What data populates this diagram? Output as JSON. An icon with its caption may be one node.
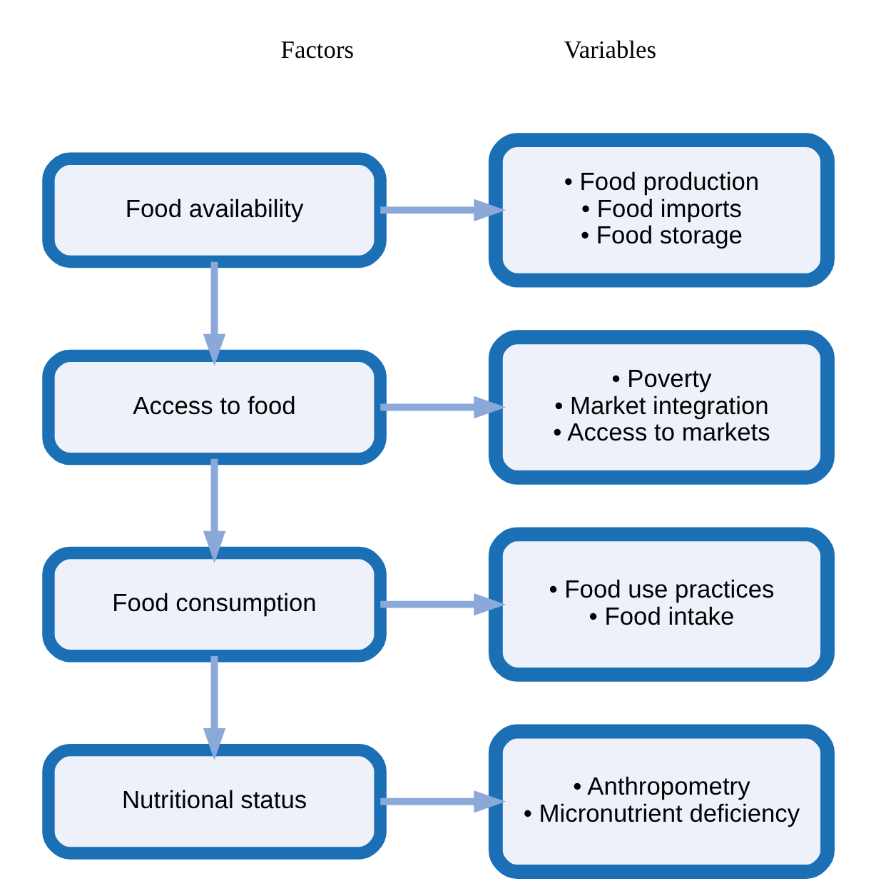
{
  "diagram": {
    "nodes": [
      {
        "text": [
          "Food availability"
        ]
      },
      {
        "text": [
          "• Food production",
          "• Food imports",
          "• Food storage"
        ]
      },
      {
        "text": [
          "Access to food"
        ]
      },
      {
        "text": [
          "• Poverty",
          "• Market integration",
          "• Access to markets"
        ]
      },
      {
        "text": [
          "Food consumption"
        ]
      },
      {
        "text": [
          "• Food use practices",
          "• Food intake"
        ]
      },
      {
        "text": [
          "Nutritional status"
        ]
      },
      {
        "text": [
          "• Anthropometry",
          "• Micronutrient deficiency"
        ]
      }
    ],
    "edges": [
      {
        "from": 0,
        "to": 1,
        "arrow": "to"
      },
      {
        "from": 0,
        "to": 2,
        "arrow": "to"
      },
      {
        "from": 2,
        "to": 3,
        "arrow": "to"
      },
      {
        "from": 2,
        "to": 4,
        "arrow": "to"
      },
      {
        "from": 4,
        "to": 5,
        "arrow": "to"
      },
      {
        "from": 4,
        "to": 6,
        "arrow": "to"
      },
      {
        "from": 6,
        "to": 7,
        "arrow": "to"
      }
    ],
    "labels": [
      "Factors",
      "Variables"
    ]
  }
}
